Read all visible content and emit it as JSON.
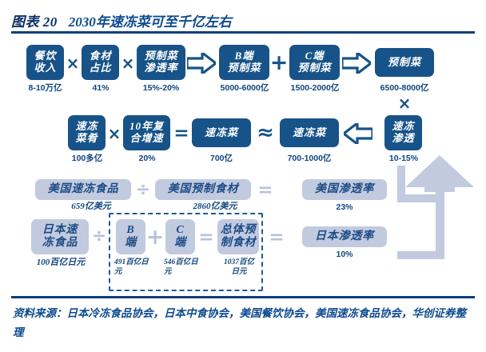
{
  "header": {
    "figure_label": "图表 20",
    "title": "2030年速冻菜可至千亿左右"
  },
  "footer": {
    "source": "资料来源：日本冷冻食品协会，日本中食协会，美国餐饮协会，美国速冻食品协会，华创证券整理"
  },
  "colors": {
    "dark_blue": "#175388",
    "light_blue": "#c2cadf",
    "text_blue": "#10457f",
    "rule": "#0d3f7a"
  },
  "row1": {
    "nodes": [
      {
        "lines": [
          "餐饮",
          "收入"
        ],
        "caption": "8-10万亿"
      },
      {
        "lines": [
          "食材",
          "占比"
        ],
        "caption": "41%"
      },
      {
        "lines": [
          "预制菜",
          "渗透率"
        ],
        "caption": "15%-20%"
      },
      {
        "lines": [
          "B端",
          "预制菜"
        ],
        "caption": "5000-6000亿"
      },
      {
        "lines": [
          "C端",
          "预制菜"
        ],
        "caption": "1500-2000亿"
      },
      {
        "lines": [
          "预制菜"
        ],
        "caption": "6500-8000亿"
      }
    ],
    "operators": [
      "×",
      "×",
      "⇒",
      "+",
      "⇒"
    ]
  },
  "row2": {
    "nodes": [
      {
        "lines": [
          "速冻",
          "菜肴"
        ],
        "caption": "100多亿"
      },
      {
        "lines": [
          "10年复",
          "合增速"
        ],
        "caption": "20%"
      },
      {
        "lines": [
          "速冻菜"
        ],
        "caption": "700亿"
      },
      {
        "lines": [
          "速冻菜"
        ],
        "caption": "700-1000亿"
      },
      {
        "lines": [
          "速冻",
          "渗透"
        ],
        "caption": "10-15%"
      }
    ],
    "operators": [
      "×",
      "=",
      "≈",
      "⇐"
    ],
    "bridge_operator": "×"
  },
  "row3": {
    "nodes": [
      {
        "lines": [
          "美国速冻食品"
        ],
        "caption": "659亿美元"
      },
      {
        "lines": [
          "美国预制食材"
        ],
        "caption": "2860亿美元"
      },
      {
        "lines": [
          "美国渗透率"
        ],
        "caption": "23%"
      }
    ],
    "operators": [
      "÷",
      "="
    ]
  },
  "row4": {
    "nodes": [
      {
        "lines": [
          "日本速",
          "冻食品"
        ],
        "caption": "100百亿日元"
      },
      {
        "lines": [
          "B",
          "端"
        ],
        "caption": "491百亿日元"
      },
      {
        "lines": [
          "C",
          "端"
        ],
        "caption": "546百亿日元"
      },
      {
        "lines": [
          "总体预",
          "制食材"
        ],
        "caption": "1037百亿日元"
      },
      {
        "lines": [
          "日本渗透率"
        ],
        "caption": "10%"
      }
    ],
    "operators": [
      "÷",
      "+",
      "=",
      "="
    ]
  }
}
